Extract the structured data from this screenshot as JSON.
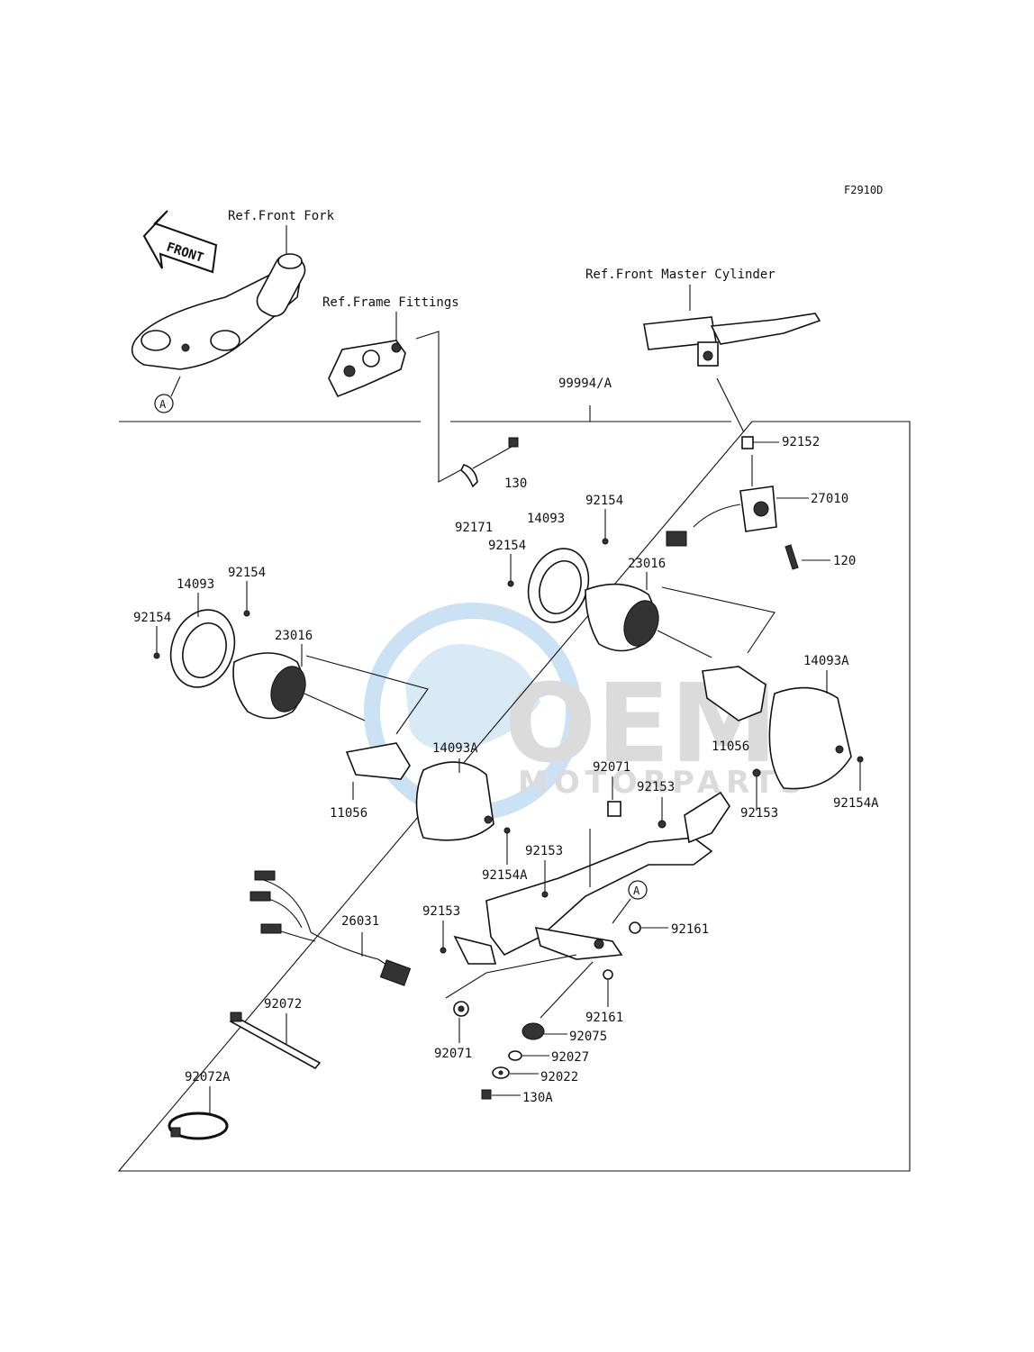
{
  "diagram_code": "F2910D",
  "references": {
    "front_fork": "Ref.Front Fork",
    "frame_fittings": "Ref.Frame Fittings",
    "front_master_cylinder": "Ref.Front Master Cylinder"
  },
  "front_arrow": "FRONT",
  "kit_label": "99994/A",
  "ref_marker": "A",
  "watermark": {
    "logo": "OEM",
    "subtitle": "MOTORPARTS",
    "color": "#b9d9ef"
  },
  "parts": {
    "p130": "130",
    "p92171": "92171",
    "p92152": "92152",
    "p27010": "27010",
    "p120": "120",
    "p92154_r1": "92154",
    "p92154_r2": "92154",
    "p14093_r": "14093",
    "p23016_r": "23016",
    "p14093A_r": "14093A",
    "p11056_r": "11056",
    "p92154A_r": "92154A",
    "p92154_l1": "92154",
    "p92154_l2": "92154",
    "p14093_l": "14093",
    "p23016_l": "23016",
    "p14093A_l": "14093A",
    "p11056_l": "11056",
    "p92154A_l": "92154A",
    "p92071_t": "92071",
    "p92153_a": "92153",
    "p92153_b": "92153",
    "p92153_c": "92153",
    "p92153_d": "92153",
    "p92161_a": "92161",
    "p92161_b": "92161",
    "p26031": "26031",
    "p92072": "92072",
    "p92072A": "92072A",
    "p92071_b": "92071",
    "p92075": "92075",
    "p92027": "92027",
    "p92022": "92022",
    "p130A": "130A"
  }
}
